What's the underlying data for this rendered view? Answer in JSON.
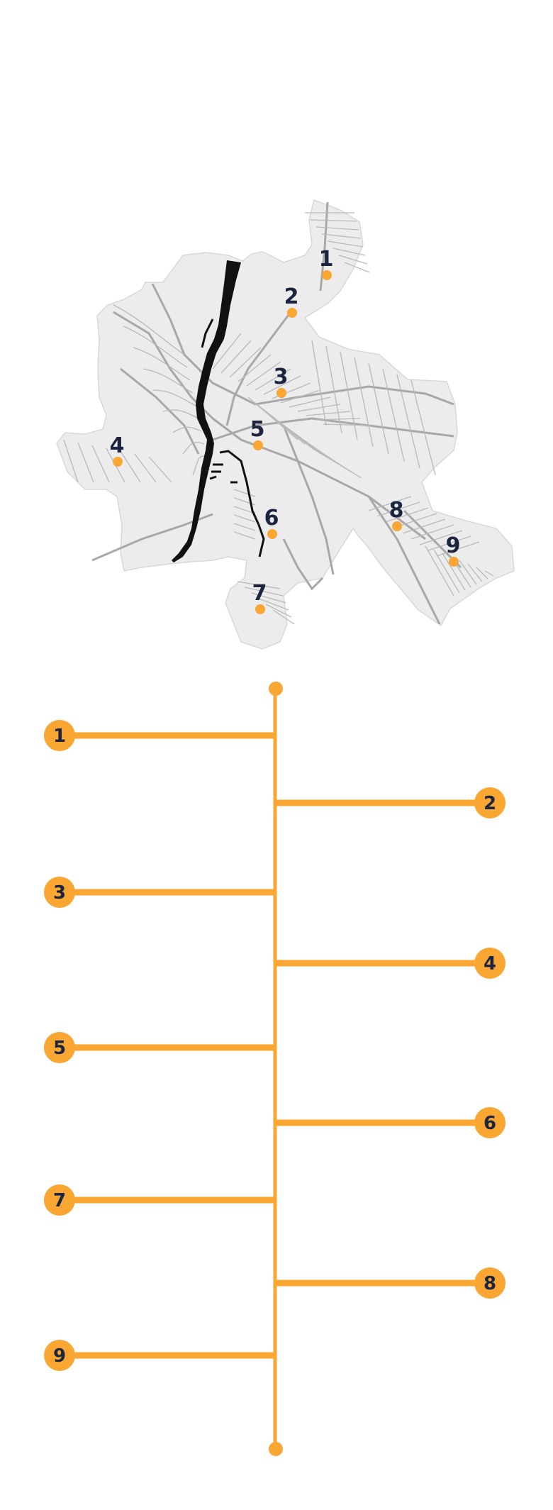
{
  "colors": {
    "accent": "#f9a633",
    "label": "#1b2540",
    "map_fill": "#ececec",
    "map_border": "#d8d8d8",
    "road": "#b9b9b9",
    "road_major": "#a8a8a8",
    "river": "#111111",
    "background": "#ffffff"
  },
  "map": {
    "name": "city-district-map",
    "markers": [
      {
        "label": "1"
      },
      {
        "label": "2"
      },
      {
        "label": "3"
      },
      {
        "label": "4"
      },
      {
        "label": "5"
      },
      {
        "label": "6"
      },
      {
        "label": "7"
      },
      {
        "label": "8"
      },
      {
        "label": "9"
      }
    ]
  },
  "timeline": {
    "nodes": [
      {
        "label": "1",
        "side": "left"
      },
      {
        "label": "2",
        "side": "right"
      },
      {
        "label": "3",
        "side": "left"
      },
      {
        "label": "4",
        "side": "right"
      },
      {
        "label": "5",
        "side": "left"
      },
      {
        "label": "6",
        "side": "right"
      },
      {
        "label": "7",
        "side": "left"
      },
      {
        "label": "8",
        "side": "right"
      },
      {
        "label": "9",
        "side": "left"
      }
    ]
  }
}
